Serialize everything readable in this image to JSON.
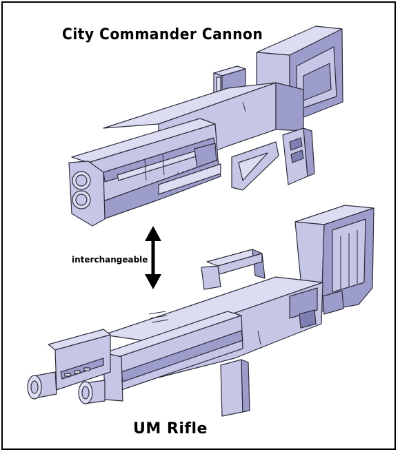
{
  "labels": {
    "top_model": "City Commander Cannon",
    "bottom_model": "UM Rifle",
    "relation": "interchangeable"
  },
  "colors": {
    "part_face": "#c6c7e6",
    "part_light": "#dcdcf2",
    "part_shadow": "#9c9dcb",
    "part_dark": "#7e80b3",
    "outline": "#2b2b3a",
    "arrow": "#000000"
  },
  "icons": {
    "arrow": "double-headed-vertical-arrow"
  }
}
